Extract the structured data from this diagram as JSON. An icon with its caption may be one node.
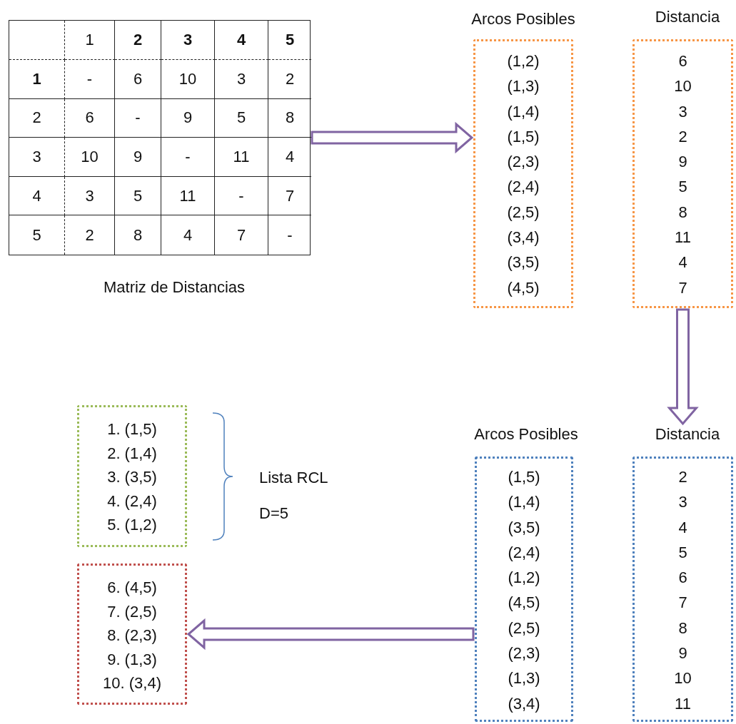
{
  "diagram": {
    "nodes": [
      {
        "text": [
          "Matriz de Distancias"
        ]
      },
      {
        "text": [
          "Arcos Posibles",
          "(1,2)",
          "(1,3)",
          "(1,4)",
          "(1,5)",
          "(2,3)",
          "(2,4)",
          "(2,5)",
          "(3,4)",
          "(3,5)",
          "(4,5)"
        ]
      },
      {
        "text": [
          "Distancia",
          "6",
          "10",
          "3",
          "2",
          "9",
          "5",
          "8",
          "11",
          "4",
          "7"
        ]
      },
      {
        "text": [
          "Arcos Posibles",
          "(1,5)",
          "(1,4)",
          "(3,5)",
          "(2,4)",
          "(1,2)",
          "(4,5)",
          "(2,5)",
          "(2,3)",
          "(1,3)",
          "(3,4)"
        ]
      },
      {
        "text": [
          "Distancia",
          "2",
          "3",
          "4",
          "5",
          "6",
          "7",
          "8",
          "9",
          "10",
          "11"
        ]
      },
      {
        "text": [
          "1. (1,5)",
          "2. (1,4)",
          "3. (3,5)",
          "4. (2,4)",
          "5. (1,2)"
        ],
        "beside": [
          "Lista RCL",
          "D=5"
        ]
      },
      {
        "text": [
          "6. (4,5)",
          "7. (2,5)",
          "8. (2,3)",
          "9. (1,3)",
          "10. (3,4)"
        ]
      }
    ],
    "edges": [
      {
        "from": 0,
        "to": 1,
        "arrow": "to"
      },
      {
        "from": 2,
        "to": 4,
        "arrow": "to"
      },
      {
        "from": 3,
        "to": 6,
        "arrow": "to"
      }
    ],
    "labels": [
      "1",
      "2",
      "3",
      "4",
      "5",
      "1",
      "-",
      "6",
      "10",
      "3",
      "2",
      "2",
      "6",
      "-",
      "9",
      "5",
      "8",
      "3",
      "10",
      "9",
      "-",
      "11",
      "4",
      "4",
      "3",
      "5",
      "11",
      "-",
      "7",
      "5",
      "2",
      "8",
      "4",
      "7",
      "-"
    ]
  }
}
